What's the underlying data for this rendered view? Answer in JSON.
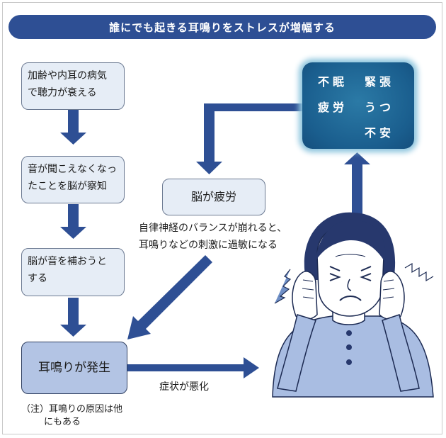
{
  "title": "誰にでも起きる耳鳴りをストレスが増幅する",
  "flow": {
    "step1_line1": "加齢や内耳の病気",
    "step1_line2": "で聴力が衰える",
    "step2_line1": "音が聞こえなくなっ",
    "step2_line2": "たことを脳が察知",
    "step3_line1": "脳が音を補おうと",
    "step3_line2": "する",
    "result": "耳鳴りが発生"
  },
  "fatigue": {
    "label": "脳が疲労",
    "note_line1": "自律神経のバランスが崩れると、",
    "note_line2": "耳鳴りなどの刺激に過敏になる"
  },
  "stress_box": {
    "items": [
      "不眠",
      "緊張",
      "疲労",
      "うつ",
      "不安"
    ]
  },
  "worsen_label": "症状が悪化",
  "footnote_line1": "（注）耳鳴りの原因は他",
  "footnote_line2": "にもある",
  "colors": {
    "title_bg": "#2e4f94",
    "arrow": "#2e4f94",
    "box_light": "#e6edf6",
    "box_strong": "#b3c4e4",
    "stress_bg": "#1a5e8e",
    "person_shirt": "#a9bde2",
    "person_hair": "#27386d"
  }
}
